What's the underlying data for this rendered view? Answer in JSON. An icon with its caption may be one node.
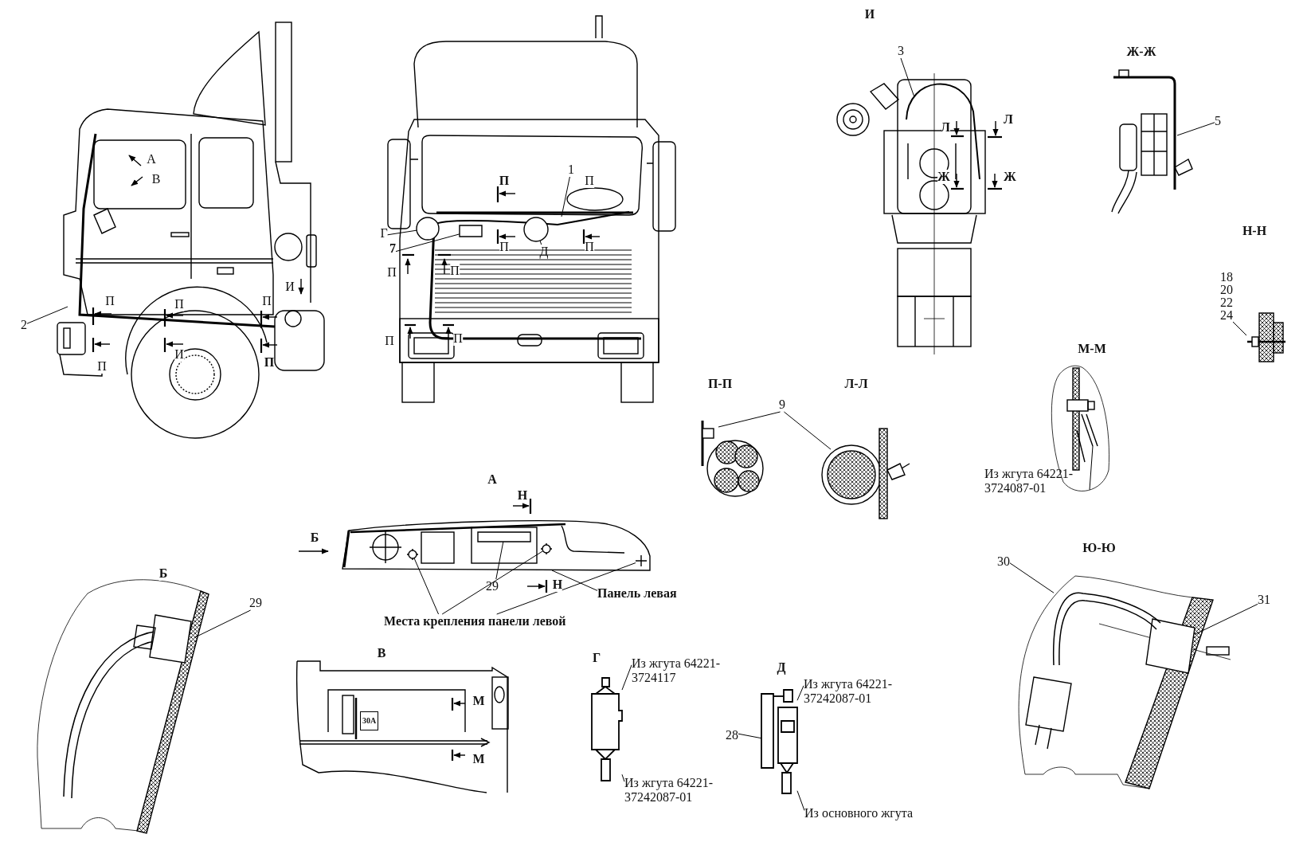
{
  "diagram": {
    "nodes": [
      {
        "text": [
          "3"
        ]
      },
      {
        "text": [
          "5"
        ]
      },
      {
        "text": [
          "1"
        ]
      },
      {
        "text": [
          "Г"
        ]
      },
      {
        "text": [
          "7"
        ]
      },
      {
        "text": [
          "Д"
        ]
      },
      {
        "text": [
          "18",
          "20",
          "22",
          "24"
        ]
      },
      {
        "text": [
          "2"
        ]
      },
      {
        "text": [
          "9"
        ]
      },
      {
        "text": [
          "Из жгута 64221-3724087-01"
        ]
      },
      {
        "text": [
          "30"
        ]
      },
      {
        "text": [
          "29"
        ]
      },
      {
        "text": [
          "Панель левая"
        ]
      },
      {
        "text": [
          "31"
        ]
      },
      {
        "text": [
          "29"
        ]
      },
      {
        "text": [
          "Места крепления панели левой"
        ]
      },
      {
        "text": [
          "Из жгута 64221-3724117"
        ]
      },
      {
        "text": [
          "Из жгута 64221-37242087-01"
        ]
      },
      {
        "text": [
          "30А"
        ]
      },
      {
        "text": [
          "28"
        ]
      },
      {
        "text": [
          "Из жгута 64221-37242087-01"
        ]
      },
      {
        "text": [
          "Из основного жгута"
        ]
      },
      {
        "text": [],
        "shape": "circle"
      },
      {
        "text": [],
        "shape": "circle"
      },
      {
        "text": [],
        "shape": "box"
      },
      {
        "text": [],
        "shape": "box"
      },
      {
        "text": [],
        "shape": "connector"
      },
      {
        "text": [],
        "shape": "connector"
      },
      {
        "text": [],
        "shape": "panel"
      },
      {
        "text": [],
        "shape": "circle",
        "in": 28
      },
      {
        "text": [],
        "shape": "circle",
        "in": 28
      },
      {
        "text": [],
        "shape": "cross",
        "in": 28
      },
      {
        "text": [],
        "shape": "box",
        "in": 28
      },
      {
        "text": [],
        "shape": "cable"
      }
    ],
    "edges": [
      {
        "from": 0,
        "to": null,
        "arrow": "none"
      },
      {
        "from": 1,
        "to": null,
        "arrow": "none"
      },
      {
        "from": 2,
        "to": null,
        "arrow": "none"
      },
      {
        "from": 3,
        "to": 22,
        "arrow": "none"
      },
      {
        "from": 4,
        "to": 24,
        "arrow": "none"
      },
      {
        "from": 5,
        "to": 23,
        "arrow": "none"
      },
      {
        "from": 6,
        "to": null,
        "arrow": "none"
      },
      {
        "from": 7,
        "to": null,
        "arrow": "none"
      },
      {
        "from": 8,
        "to": null,
        "arrow": "none"
      },
      {
        "from": 8,
        "to": null,
        "arrow": "none"
      },
      {
        "from": 9,
        "to": null,
        "arrow": "none"
      },
      {
        "from": 10,
        "to": 33,
        "arrow": "none"
      },
      {
        "from": 11,
        "to": 32,
        "arrow": "none"
      },
      {
        "from": 12,
        "to": 28,
        "arrow": "none"
      },
      {
        "from": 13,
        "to": 25,
        "arrow": "none"
      },
      {
        "from": 14,
        "to": null,
        "arrow": "none"
      },
      {
        "from": 15,
        "to": 29,
        "arrow": "none"
      },
      {
        "from": 15,
        "to": 30,
        "arrow": "none"
      },
      {
        "from": 15,
        "to": 31,
        "arrow": "none"
      },
      {
        "from": 16,
        "to": 26,
        "arrow": "none"
      },
      {
        "from": 17,
        "to": 27,
        "arrow": "none"
      },
      {
        "from": 19,
        "to": 27,
        "arrow": "none"
      },
      {
        "from": 20,
        "to": 26,
        "arrow": "none"
      },
      {
        "from": 21,
        "to": 27,
        "arrow": "none"
      }
    ],
    "labels": [
      "И",
      "Ж-Ж",
      "Л",
      "Л",
      "А",
      "Ж",
      "Ж",
      "В",
      "П",
      "П",
      "Н-Н",
      "П",
      "П",
      "П",
      "П",
      "И",
      "П",
      "П",
      "П",
      "П",
      "П",
      "М-М",
      "И",
      "П",
      "П",
      "П-П",
      "Л-Л",
      "А",
      "Н",
      "Б",
      "Ю-Ю",
      "Б",
      "Н",
      "В",
      "Г",
      "Д",
      "М",
      "М"
    ]
  }
}
